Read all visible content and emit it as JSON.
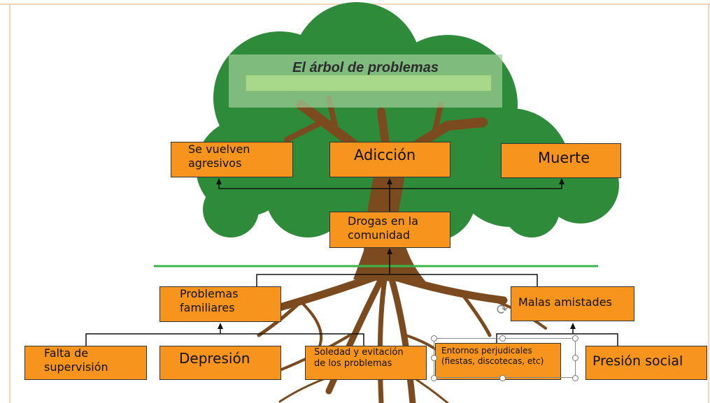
{
  "title": "El árbol de problemas",
  "effects": {
    "e1": "Se vuelven\nagresivos",
    "e2": "Adicción",
    "e3": "Muerte"
  },
  "core_problem": "Drogas en la\ncomunidad",
  "causes": {
    "c1": "Problemas\nfamiliares",
    "c2": "Malas amistades"
  },
  "sub_causes": {
    "s1": "Falta de\nsupervisión",
    "s2": "Depresión",
    "s3": "Soledad y evitación\nde los problemas",
    "s4": "Entornos perjudicales\n(fiestas, discotecas, etc)",
    "s5": "Presión social"
  },
  "colors": {
    "box_fill": "#f7941d",
    "canopy": "#2e8b3a",
    "trunk": "#7b4a1e",
    "ground_line": "#3cb54a"
  }
}
